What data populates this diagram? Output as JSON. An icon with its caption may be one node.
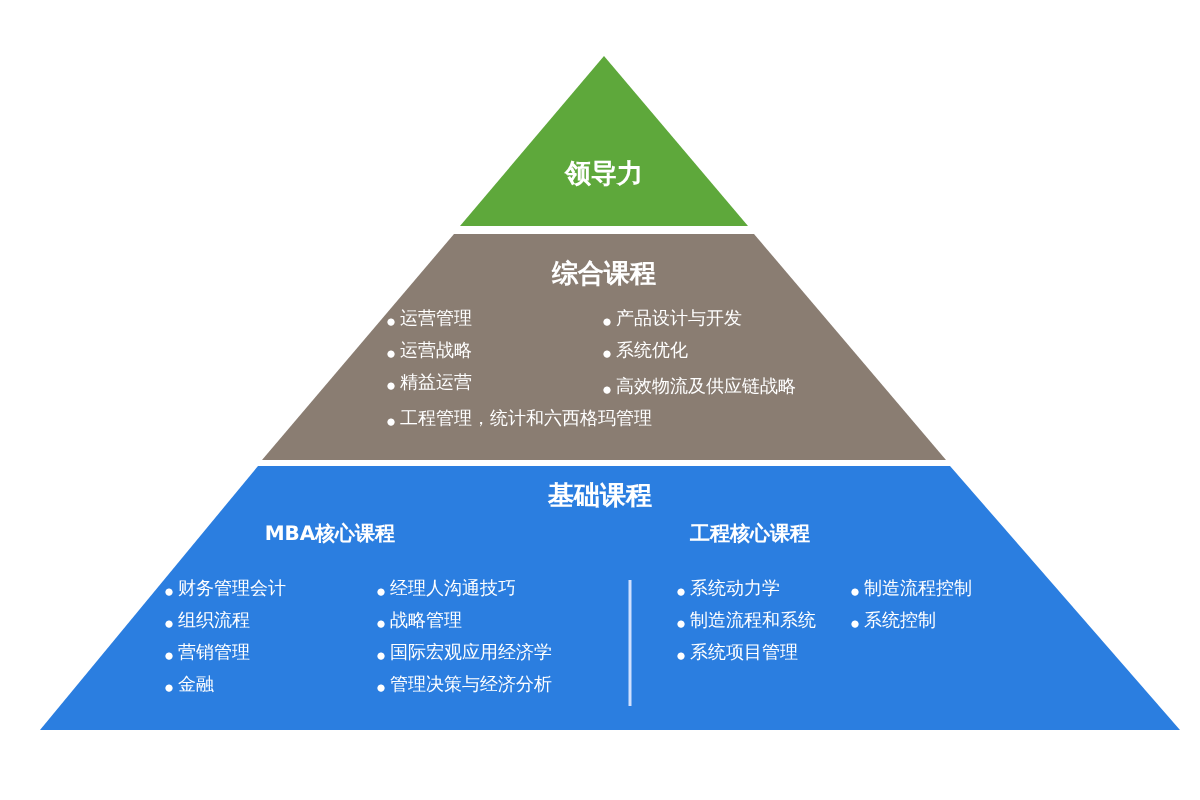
{
  "diagram": {
    "nodes": [
      {
        "text": [
          "领导力"
        ]
      },
      {
        "text": [
          "综合课程",
          "运营管理",
          "运营战略",
          "精益运营",
          "工程管理，统计和六西格玛管理",
          "产品设计与开发",
          "系统优化",
          "高效物流及供应链战略"
        ]
      },
      {
        "text": [
          "基础课程",
          "MBA核心课程",
          "财务管理会计",
          "组织流程",
          "营销管理",
          "金融",
          "经理人沟通技巧",
          "战略管理",
          "国际宏观应用经济学",
          "管理决策与经济分析",
          "工程核心课程",
          "系统动力学",
          "制造流程和系统",
          "系统项目管理",
          "制造流程控制",
          "系统控制"
        ]
      }
    ]
  }
}
